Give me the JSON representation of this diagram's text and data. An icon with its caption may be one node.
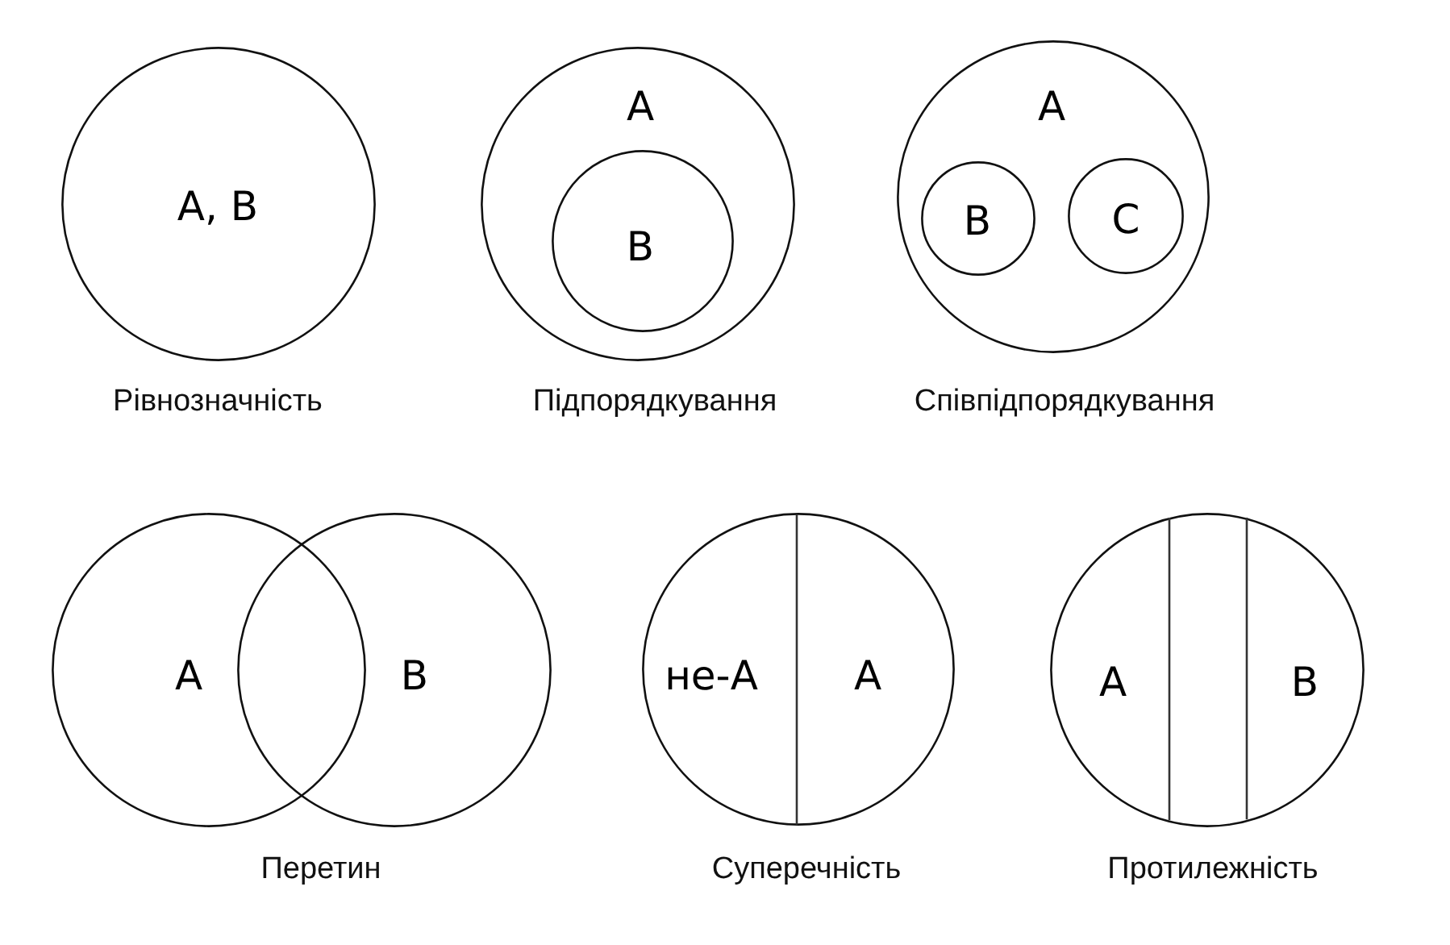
{
  "diagram": {
    "nodes": [
      {
        "text": [
          "A, B"
        ]
      },
      {
        "text": [
          "A"
        ]
      },
      {
        "text": [
          "B"
        ],
        "in": 1
      },
      {
        "text": [
          "A"
        ]
      },
      {
        "text": [
          "B"
        ],
        "in": 3
      },
      {
        "text": [
          "C"
        ],
        "in": 3
      },
      {
        "text": [
          "A"
        ]
      },
      {
        "text": [
          "B"
        ]
      },
      {
        "text": [
          "не-A",
          "A"
        ]
      },
      {
        "text": [
          "A",
          "B"
        ]
      }
    ],
    "labels": [
      "Рівнозначність",
      "Підпорядкування",
      "Співпідпорядкування",
      "Перетин",
      "Суперечність",
      "Протилежність"
    ]
  }
}
